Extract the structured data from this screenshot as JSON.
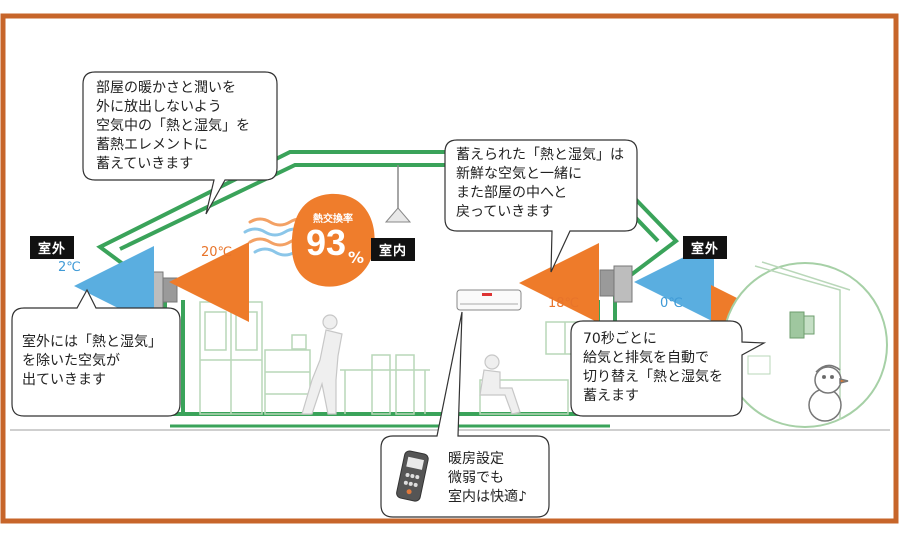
{
  "bubbles": {
    "top_left": [
      "部屋の暖かさと潤いを",
      "外に放出しないよう",
      "空気中の「熱と湿気」を",
      "蓄熱エレメントに",
      "蓄えていきます"
    ],
    "top_right": [
      "蓄えられた「熱と湿気」は",
      "新鮮な空気と一緒に",
      "また部屋の中へと",
      "戻っていきます"
    ],
    "left": [
      "室外には「熱と湿気」",
      "を除いた空気が",
      "出ていきます"
    ],
    "right": [
      "70秒ごとに",
      "給気と排気を自動で",
      "切り替え「熱と湿気を",
      "蓄えます"
    ],
    "bottom": [
      "暖房設定",
      "微弱でも",
      "室内は快適♪"
    ]
  },
  "labels": {
    "outdoor_left": "室外",
    "indoor": "室内",
    "outdoor_right": "室外"
  },
  "temps": {
    "outdoor_left": "2℃",
    "inside_left": "20℃",
    "inside_right": "18℃",
    "outdoor_right": "0℃"
  },
  "badge": {
    "label": "熱交換率",
    "value": "93",
    "unit": "%"
  },
  "colors": {
    "frame": "#c7652a",
    "wall": "#3aa35a",
    "warm": "#e8742a",
    "cold": "#3f9ad6",
    "badge": "#ef7d2c"
  }
}
